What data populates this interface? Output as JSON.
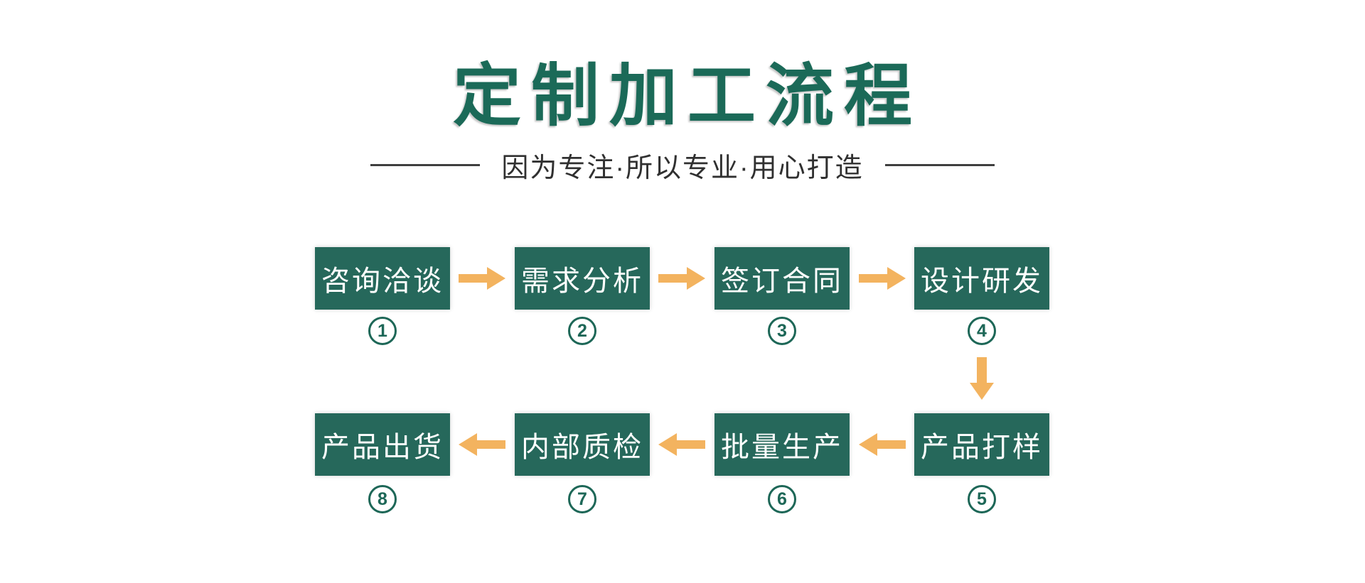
{
  "header": {
    "title": "定制加工流程",
    "subtitle": "因为专注·所以专业·用心打造"
  },
  "colors": {
    "primary_green": "#1b6a58",
    "box_green": "#26685b",
    "badge_green": "#1d6757",
    "arrow_orange": "#f3b35f",
    "subtitle_gray": "#303030",
    "line_gray": "#3f3f3f",
    "box_text": "#ffffff",
    "background": "#ffffff"
  },
  "flow": {
    "steps": [
      {
        "number": "1",
        "label": "咨询洽谈"
      },
      {
        "number": "2",
        "label": "需求分析"
      },
      {
        "number": "3",
        "label": "签订合同"
      },
      {
        "number": "4",
        "label": "设计研发"
      },
      {
        "number": "5",
        "label": "产品打样"
      },
      {
        "number": "6",
        "label": "批量生产"
      },
      {
        "number": "7",
        "label": "内部质检"
      },
      {
        "number": "8",
        "label": "产品出货"
      }
    ]
  }
}
